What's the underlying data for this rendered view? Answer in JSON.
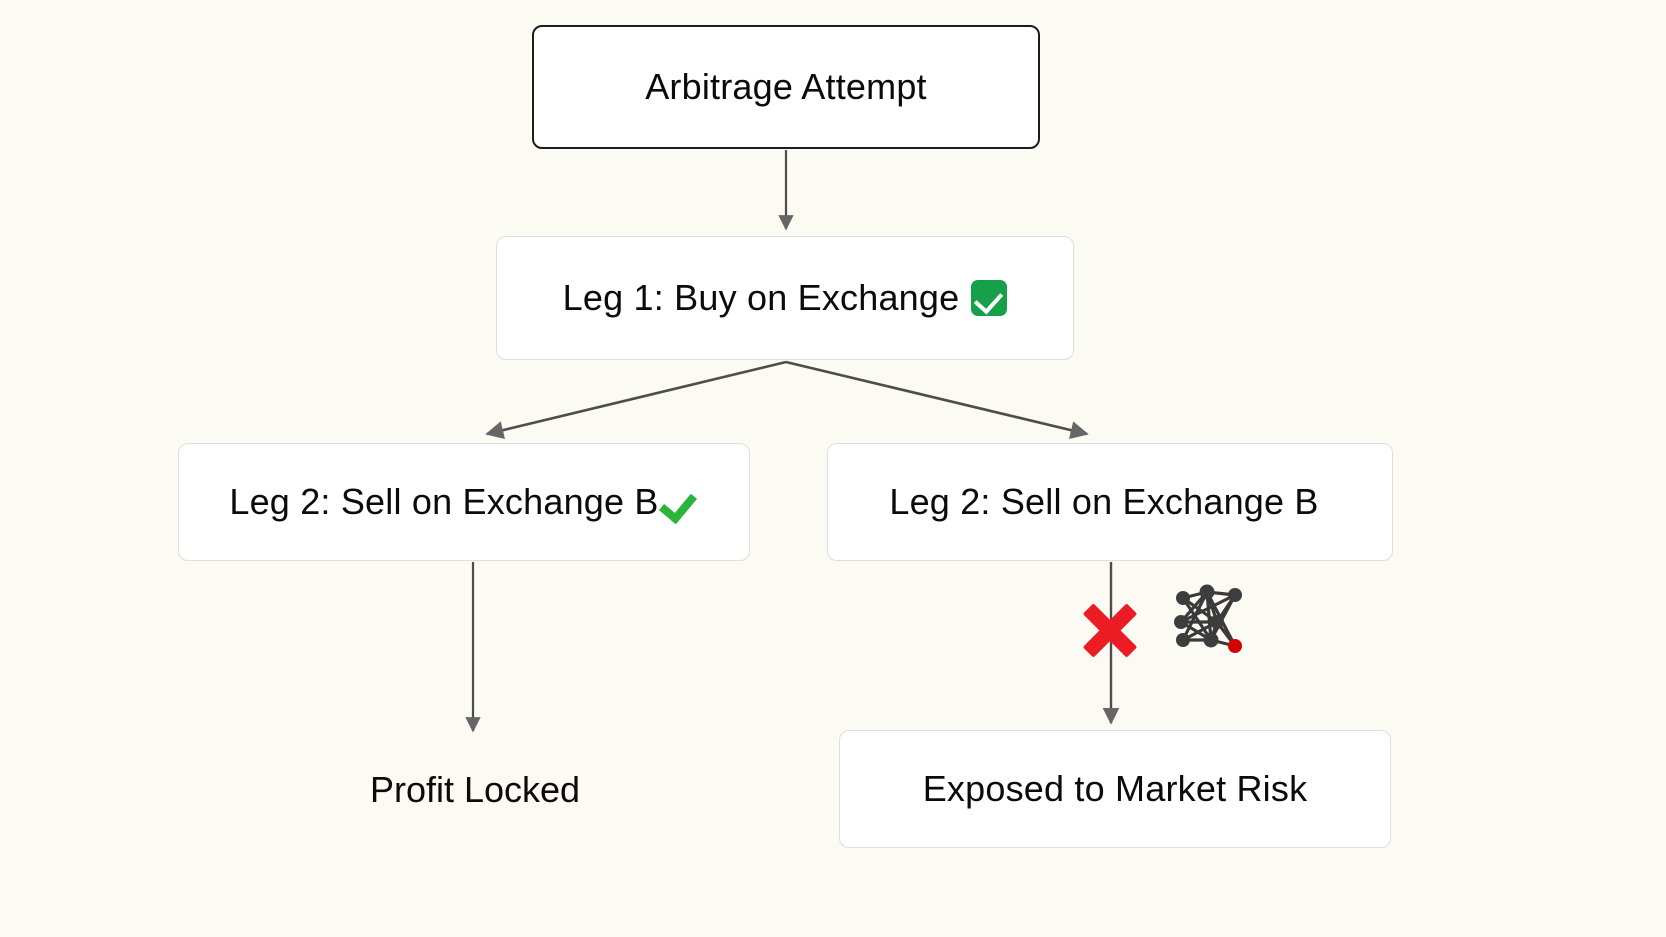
{
  "diagram": {
    "title": "Arbitrage Attempt",
    "background_color": "#fbfbf3",
    "edge_color": "#4d4d4d",
    "node_text_color": "#0b0b0b",
    "accent_green": "#15a049",
    "accent_red": "#ed1c24",
    "nodes": [
      {
        "id": "root",
        "label": "Arbitrage Attempt",
        "shape": "rounded-rect",
        "border": "solid-dark",
        "icon": null
      },
      {
        "id": "leg1",
        "label": "Leg 1: Buy on Exchange",
        "shape": "rounded-rect",
        "border": "solid-light",
        "icon": "white-heavy-check-mark-icon"
      },
      {
        "id": "leg2-left",
        "label": "Leg 2: Sell on Exchange B",
        "shape": "rounded-rect",
        "border": "solid-light",
        "icon": "green-check-mark-icon"
      },
      {
        "id": "leg2-right",
        "label": "Leg 2: Sell on Exchange B",
        "shape": "rounded-rect",
        "border": "solid-light",
        "icon": "green-check-mark-icon"
      },
      {
        "id": "profit",
        "label": "Profit Locked",
        "shape": "none",
        "border": "none",
        "icon": null
      },
      {
        "id": "exposed",
        "label": "Exposed to Market Risk",
        "shape": "rounded-rect",
        "border": "solid-light",
        "icon": null
      }
    ],
    "markers": [
      {
        "id": "failure-x",
        "name": "cross-mark-icon",
        "color": "#ed1c24"
      },
      {
        "id": "network-graph",
        "name": "network-graph-icon",
        "node_color": "#3d3d3d",
        "highlight_color": "#d40000"
      }
    ],
    "edges": [
      {
        "from": "root",
        "to": "leg1",
        "label": ""
      },
      {
        "from": "leg1",
        "to": "leg2-left",
        "label": ""
      },
      {
        "from": "leg1",
        "to": "leg2-right",
        "label": ""
      },
      {
        "from": "leg2-left",
        "to": "profit",
        "label": ""
      },
      {
        "from": "leg2-right",
        "to": "exposed",
        "label": ""
      }
    ]
  }
}
